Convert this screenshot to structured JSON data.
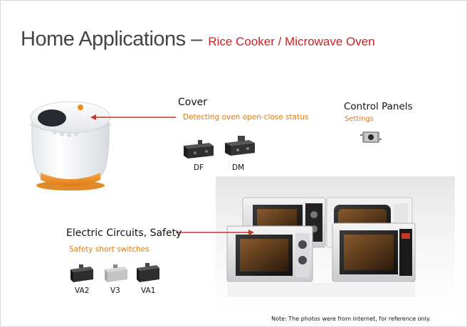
{
  "slide": {
    "title_main": "Home Applications –",
    "title_sub": "Rice Cooker / Microwave Oven"
  },
  "cover": {
    "heading": "Cover",
    "description": "Detecting oven open-close status",
    "parts": [
      "DF",
      "DM"
    ]
  },
  "control_panels": {
    "heading": "Control Panels",
    "description": "Settings"
  },
  "electric": {
    "heading": "Electric Circuits, Safety",
    "description": "Safety short switches",
    "parts": [
      "VA2",
      "V3",
      "VA1"
    ]
  },
  "note": "Note:  The photos were from internet, for reference only.",
  "colors": {
    "title_gray": "#444444",
    "title_red": "#cc1f1f",
    "accent_orange": "#e07a12",
    "pointer_red": "#c0392b"
  }
}
